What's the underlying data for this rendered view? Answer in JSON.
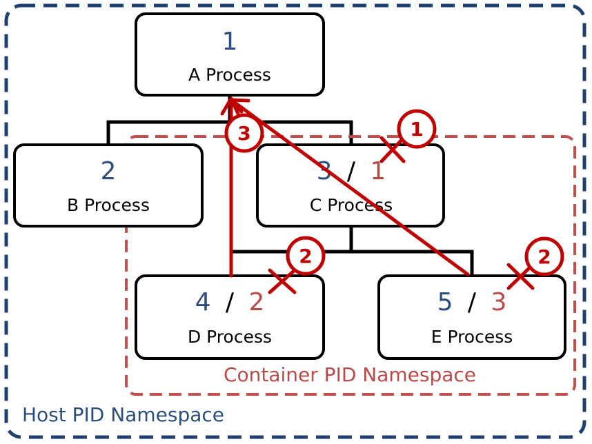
{
  "colors": {
    "host_namespace": "#2b4d7e",
    "container_namespace": "#b94a48",
    "signal_red": "#c00000",
    "box_border": "#000000"
  },
  "namespaces": {
    "host": {
      "label": "Host PID Namespace"
    },
    "container": {
      "label": "Container PID Namespace"
    }
  },
  "processes": {
    "a": {
      "host_pid": "1",
      "name": "A Process"
    },
    "b": {
      "host_pid": "2",
      "name": "B Process"
    },
    "c": {
      "host_pid": "3",
      "separator": "/",
      "container_pid": "1",
      "name": "C Process"
    },
    "d": {
      "host_pid": "4",
      "separator": "/",
      "container_pid": "2",
      "name": "D Process"
    },
    "e": {
      "host_pid": "5",
      "separator": "/",
      "container_pid": "3",
      "name": "E Process"
    }
  },
  "badges": {
    "c_kill": "1",
    "d_kill": "2",
    "e_kill": "2",
    "reparent": "3"
  },
  "icons": {
    "kill_mark": "cross-mark-icon",
    "reparent_arrow": "arrow-up-icon"
  }
}
